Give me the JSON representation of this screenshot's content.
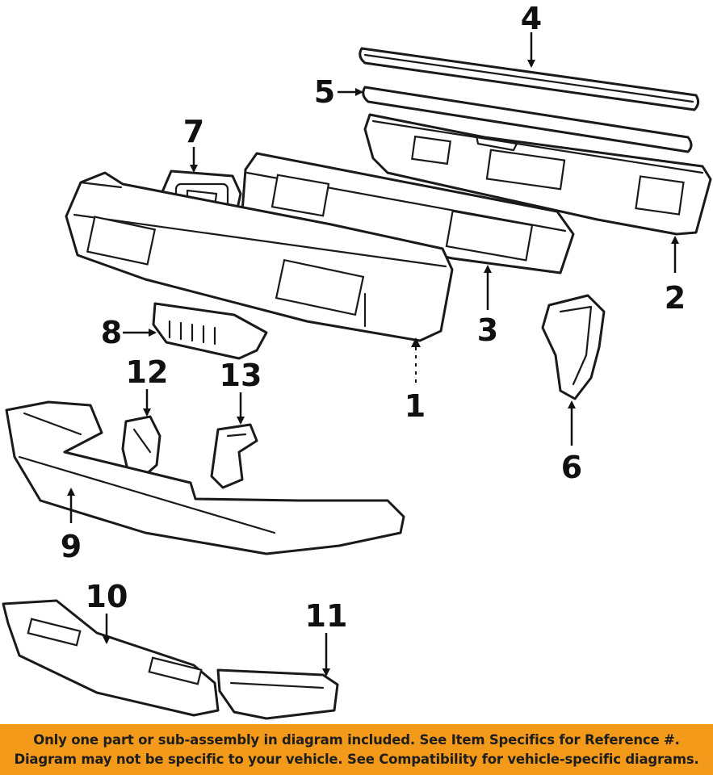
{
  "callouts": {
    "c1": "1",
    "c2": "2",
    "c3": "3",
    "c4": "4",
    "c5": "5",
    "c6": "6",
    "c7": "7",
    "c8": "8",
    "c9": "9",
    "c10": "10",
    "c11": "11",
    "c12": "12",
    "c13": "13"
  },
  "banner": {
    "line1": "Only one part or sub-assembly in diagram included. See Item Specifics for Reference #.",
    "line2": "Diagram may not be specific to your vehicle. See Compatibility for vehicle-specific diagrams."
  },
  "colors": {
    "banner_bg": "#f39a1a",
    "line_art": "#1a1a1a"
  }
}
